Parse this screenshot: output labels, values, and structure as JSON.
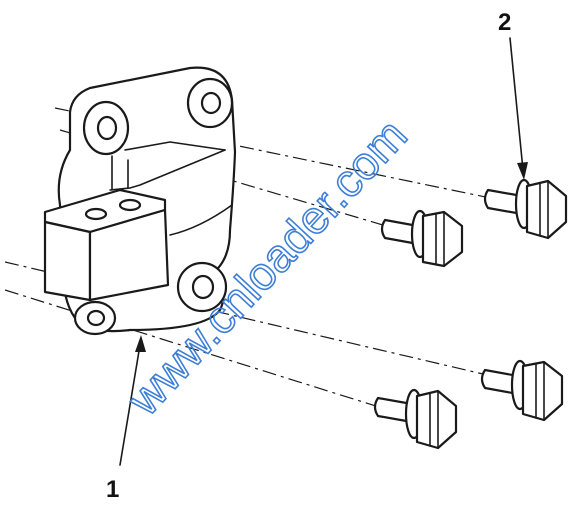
{
  "callouts": [
    {
      "id": "callout-1",
      "text": "1"
    },
    {
      "id": "callout-2",
      "text": "2"
    }
  ],
  "watermark": {
    "text": "www.cnloader.com",
    "color": "#3d7fd6"
  },
  "colors": {
    "ink": "#1a1a1a",
    "background": "#ffffff"
  }
}
